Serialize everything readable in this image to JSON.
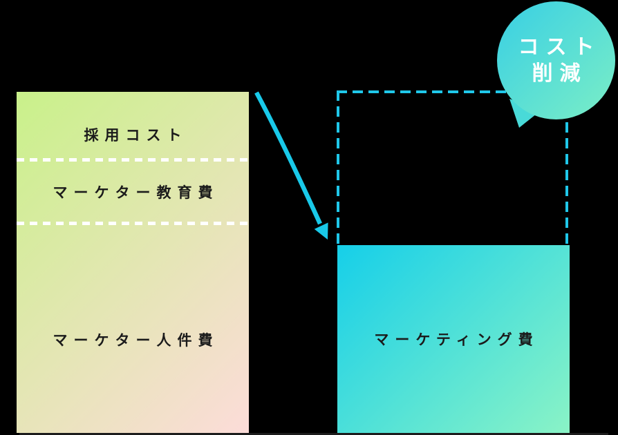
{
  "before_stack": {
    "sections": [
      {
        "label": "採用コスト"
      },
      {
        "label": "マーケター教育費"
      },
      {
        "label": "マーケター人件費"
      }
    ]
  },
  "after_stack": {
    "label": "マーケティング費"
  },
  "bubble": {
    "line1": "コスト",
    "line2": "削減"
  },
  "colors": {
    "bg": "#000000",
    "before-from": "#c9f18a",
    "before-to": "#fcdcd9",
    "divider": "#ffffff",
    "box-text": "#1b1b1b",
    "after-from": "#16cfe9",
    "after-to": "#8af3c6",
    "outline": "#1fc7e9",
    "arrow": "#19c9e9",
    "bubble-from": "#38cfe4",
    "bubble-to": "#7beec6",
    "bubble-text": "#ffffff",
    "tail": "#49dad8",
    "ground": "#1c1c1c"
  }
}
